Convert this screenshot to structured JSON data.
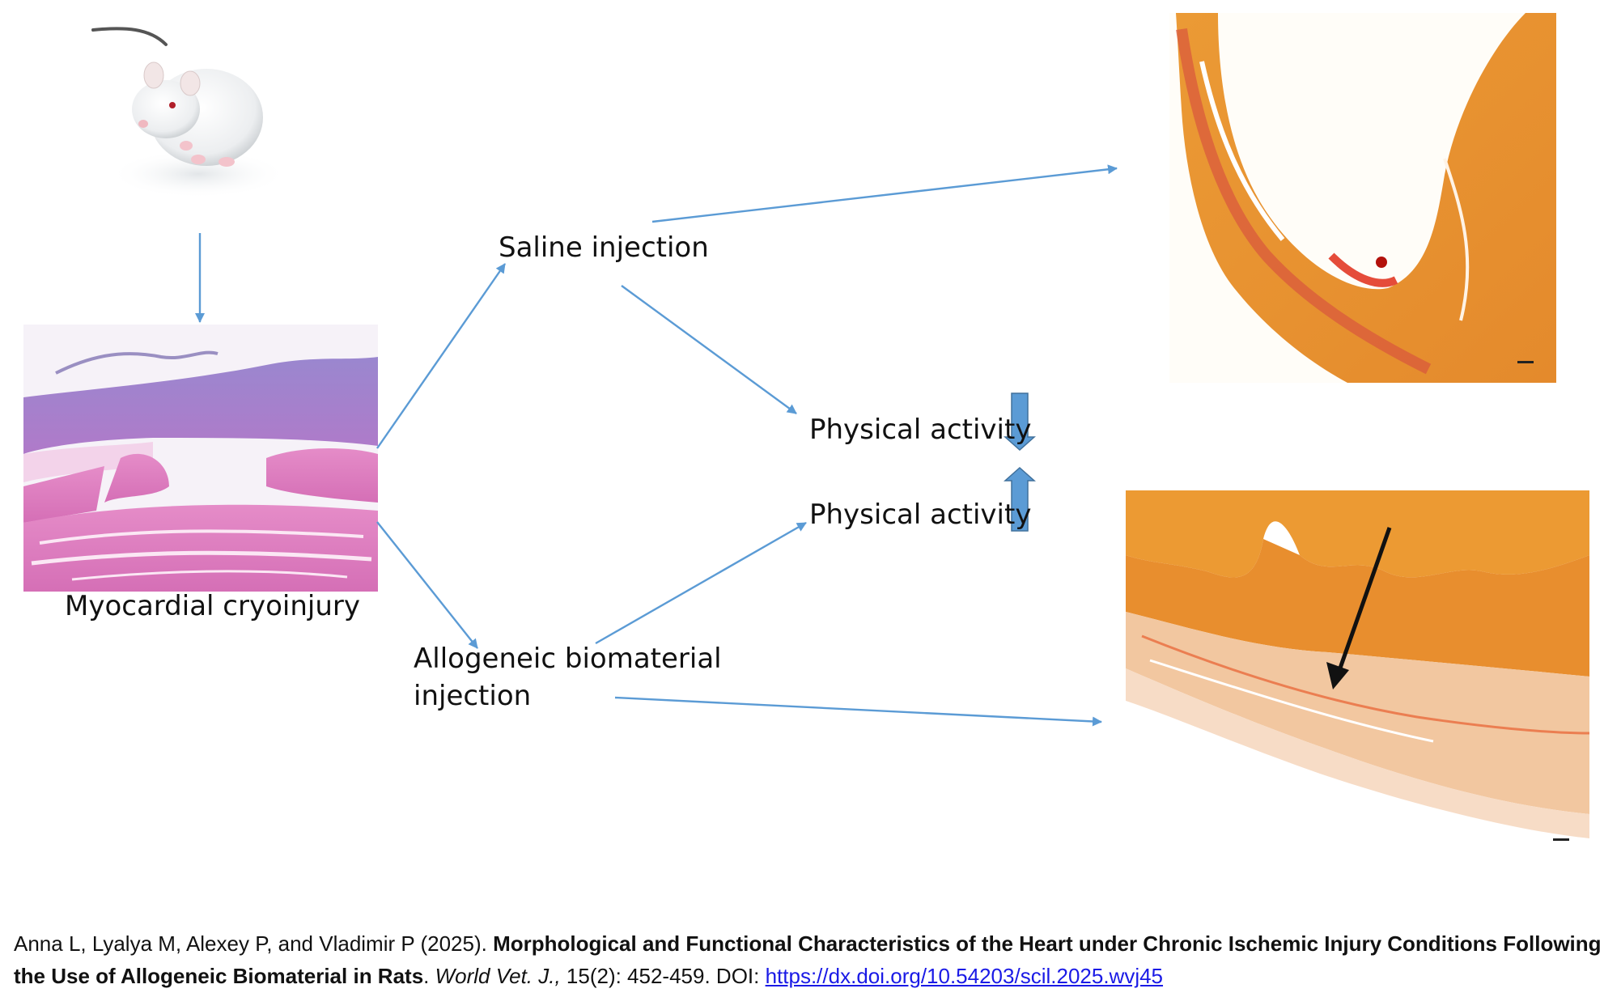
{
  "diagram": {
    "nodes": {
      "cryoinjury": "Myocardial cryoinjury",
      "saline": "Saline injection",
      "allogeneic_line1": "Allogeneic biomaterial",
      "allogeneic_line2": "injection",
      "activity_down": "Physical activity",
      "activity_up": "Physical activity"
    },
    "indicators": {
      "down_arrow_color": "#5b9bd5",
      "up_arrow_color": "#5b9bd5"
    },
    "connector_color": "#5b9bd5",
    "images": {
      "rat": "rat-photo",
      "he_section": "myocardial-section-he-stain",
      "saline_section": "saline-heart-section",
      "allogeneic_section": "allogeneic-heart-section"
    }
  },
  "citation": {
    "authors": "Anna L, Lyalya M, Alexey P, and Vladimir P (2025). ",
    "title": "Morphological and Functional Characteristics of the Heart under Chronic Ischemic Injury Conditions Following the Use of Allogeneic Biomaterial in Rats",
    "sep": ". ",
    "journal": "World Vet. J.,",
    "volume": " 15(2): 452-459. DOI: ",
    "doi_link": "https://dx.doi.org/10.54203/scil.2025.wvj45"
  }
}
